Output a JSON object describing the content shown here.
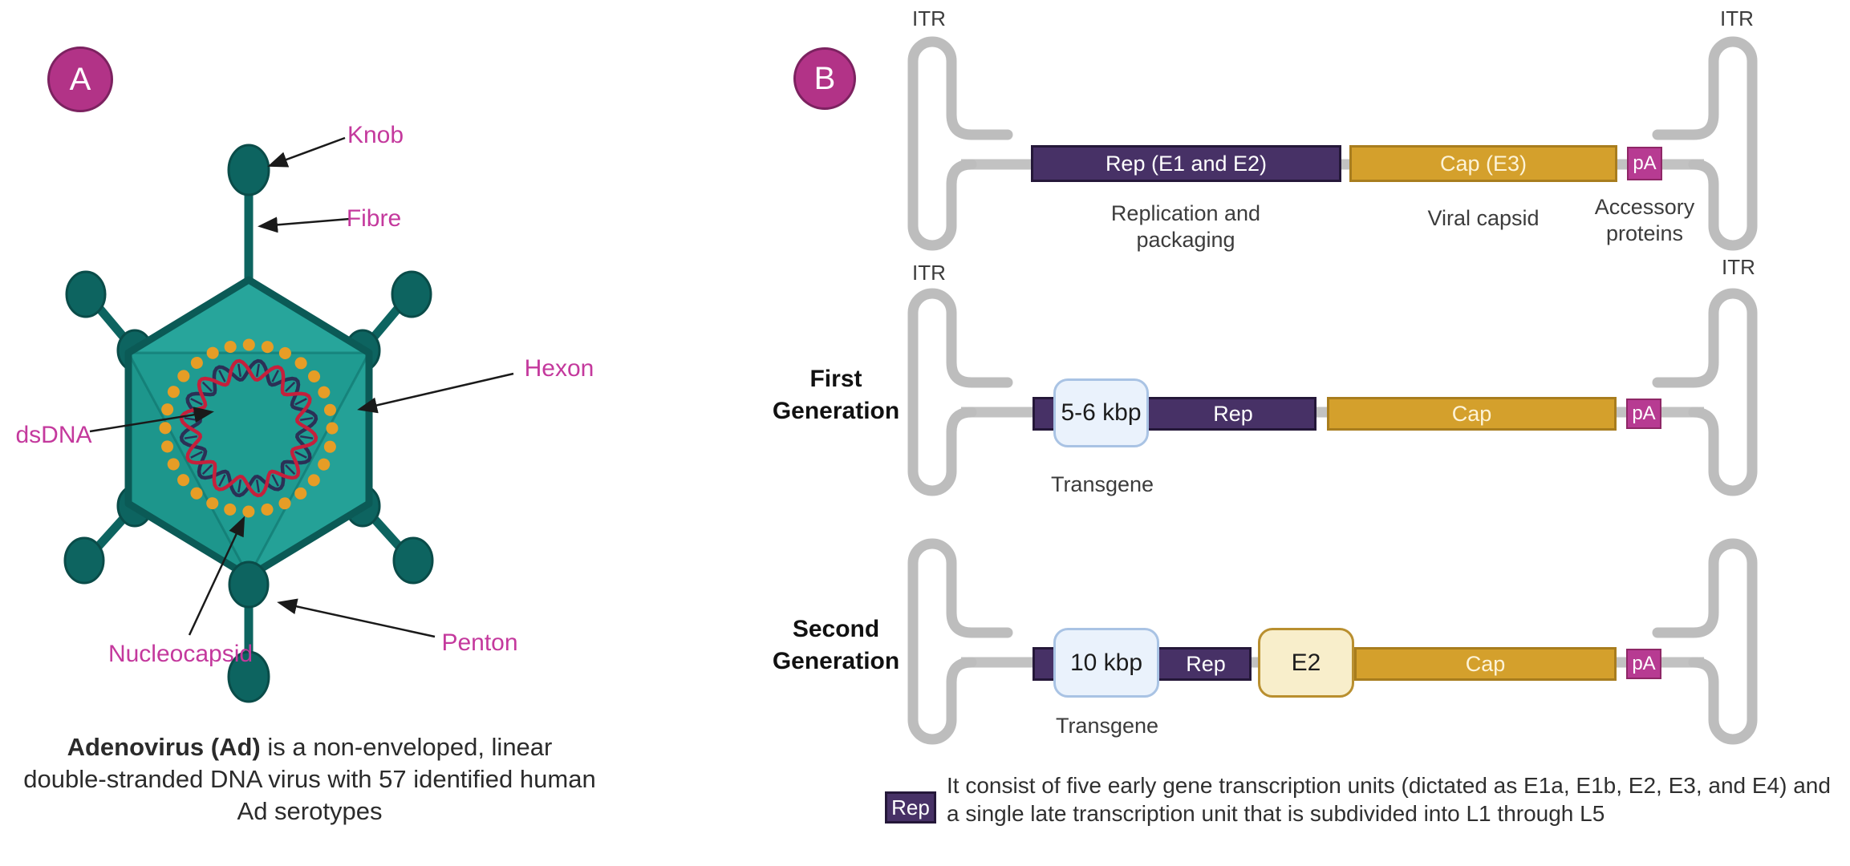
{
  "panel_a": {
    "badge": "A",
    "labels": {
      "knob": "Knob",
      "fibre": "Fibre",
      "hexon": "Hexon",
      "dsdna": "dsDNA",
      "nucleocapsid": "Nucleocapsid",
      "penton": "Penton"
    },
    "caption": {
      "bold": "Adenovirus (Ad)",
      "line1_rest": " is a non-enveloped, linear",
      "line2": "double-stranded DNA virus with 57 identified human",
      "line3": "Ad serotypes"
    }
  },
  "panel_b": {
    "badge": "B",
    "itr_label": "ITR",
    "wildtype": {
      "rep_label": "Rep (E1 and E2)",
      "cap_label": "Cap (E3)",
      "pa_label": "pA",
      "caption_rep_line1": "Replication and",
      "caption_rep_line2": "packaging",
      "caption_cap": "Viral capsid",
      "caption_pa_line1": "Accessory",
      "caption_pa_line2": "proteins"
    },
    "first": {
      "title_line1": "First",
      "title_line2": "Generation",
      "transgene_size": "5-6 kbp",
      "rep_label": "Rep",
      "cap_label": "Cap",
      "pa_label": "pA",
      "transgene_label": "Transgene"
    },
    "second": {
      "title_line1": "Second",
      "title_line2": "Generation",
      "transgene_size": "10 kbp",
      "rep_label": "Rep",
      "e2_label": "E2",
      "cap_label": "Cap",
      "pa_label": "pA",
      "transgene_label": "Transgene"
    },
    "legend": {
      "box_label": "Rep",
      "text": "It consist of five early gene transcription units (dictated as E1a, E1b, E2, E3, and E4) and a single late transcription unit that is subdivided into L1 through L5"
    }
  },
  "colors": {
    "badge_magenta": "#b23387",
    "label_pink": "#c4399d",
    "rep_purple": "#473166",
    "cap_gold": "#d4a02c",
    "pa_magenta": "#b73b92",
    "transgene_blue": "#eaf2fc",
    "e2_cream": "#f8eecb",
    "itr_gray": "#bdbdbd",
    "capsid_teal": "#21a096",
    "capsid_dark_teal": "#0d6460",
    "dna_dot_orange": "#e69d26",
    "dna_red": "#c5203c",
    "dna_navy": "#2b3056"
  }
}
